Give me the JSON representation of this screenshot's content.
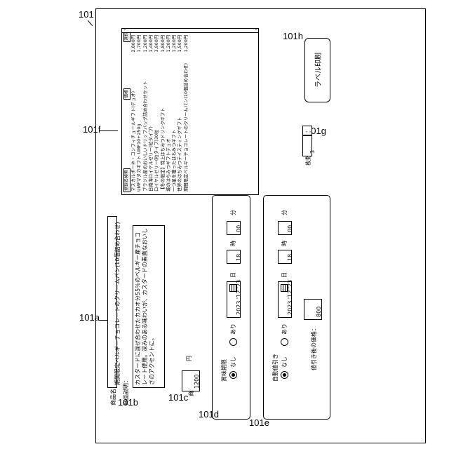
{
  "refs": {
    "r101": "101",
    "r101a": "101a",
    "r101b": "101b",
    "r101c": "101c",
    "r101d": "101d",
    "r101e": "101e",
    "r101f": "101f",
    "r101g": "101g",
    "r101h": "101h"
  },
  "product": {
    "name_label": "商品名：",
    "name_value": "期間限定ベルギーチョコレートのクリームパン(10個詰め合わせ)",
    "desc_label": "商品説明：",
    "desc_value": "カスタードに混ぜ合わせたカカオ分55％のベルギー産チョコレート使用。深みのある味わいが、カスタードの素直なおいしさのアクセントに。",
    "price_label": "商品価格：",
    "price_value": "1200",
    "price_unit": "円"
  },
  "expiry": {
    "title": "賞味期限",
    "none_label": "なし",
    "yes_label": "あり",
    "date": "2023 '12 '23",
    "day_unit": "日",
    "hour": "18",
    "hour_unit": "時",
    "minute": "00",
    "minute_unit": "分"
  },
  "discount": {
    "title": "自動値引き",
    "none_label": "なし",
    "yes_label": "あり",
    "date": "2023 '12 '23",
    "day_unit": "日",
    "hour": "18",
    "hour_unit": "時",
    "minute": "00",
    "minute_unit": "分",
    "after_label": "値引き後の価格：",
    "after_value": "800"
  },
  "list": {
    "header_name": "登録名検索",
    "header_price": "価格",
    "header_select": "選択",
    "items": [
      {
        "name": "マスカルポーネ・コンフィチュールギフト(デュオ)",
        "price": "2,800円"
      },
      {
        "name": "UMFマヌカギフト UMF10+250g",
        "price": "1,700円"
      },
      {
        "name": "ブラジル産のおいしいドリップバッグ詰め合わせセット",
        "price": "1,200円"
      },
      {
        "name": "日南海ロイヤルゼリー(粒タイプ)",
        "price": "1,400円"
      },
      {
        "name": "ロイヤルゼリー(粒タイプ)30粒",
        "price": "3,900円"
      },
      {
        "name": "【冬の限定】特上はちみつドリンクギフト",
        "price": "1,800円"
      },
      {
        "name": "城のはちみつギフトデュオ",
        "price": "1,200円"
      },
      {
        "name": "一つ星を獲ったはちみつギフト",
        "price": "1,200円"
      },
      {
        "name": "世界のはちみつテイスティングギフト",
        "price": "1,500円"
      },
      {
        "name": "期間限定ベルギーチョコレートのクリームパン(10個詰め合わせ)",
        "price": "1,200円"
      }
    ]
  },
  "count": {
    "label": "枚数",
    "value": "3"
  },
  "print": {
    "label": "ラベル印刷"
  }
}
